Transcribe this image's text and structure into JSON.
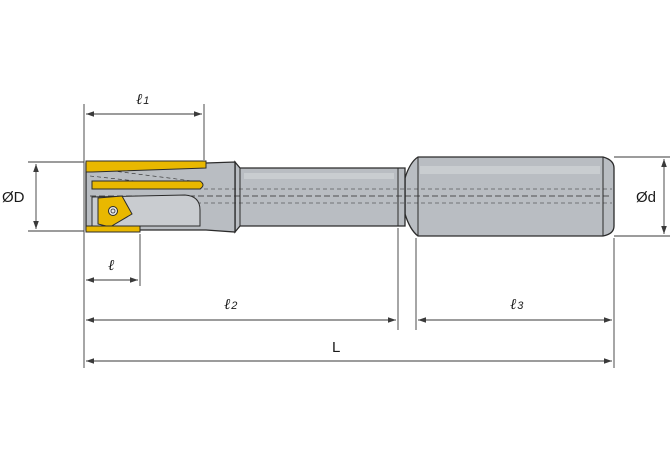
{
  "labels": {
    "l1": {
      "main": "ℓ",
      "sub": "1"
    },
    "l": {
      "main": "ℓ"
    },
    "l2": {
      "main": "ℓ",
      "sub": "2"
    },
    "l3": {
      "main": "ℓ",
      "sub": "3"
    },
    "L": "L",
    "D": "ØD",
    "d": "Ød"
  },
  "colors": {
    "body": "#b9bdc2",
    "body_light": "#d7dadd",
    "outline": "#2b2b2b",
    "insert": "#e9b800",
    "insert_dark": "#b88a00",
    "dim": "#3a3a3a"
  }
}
